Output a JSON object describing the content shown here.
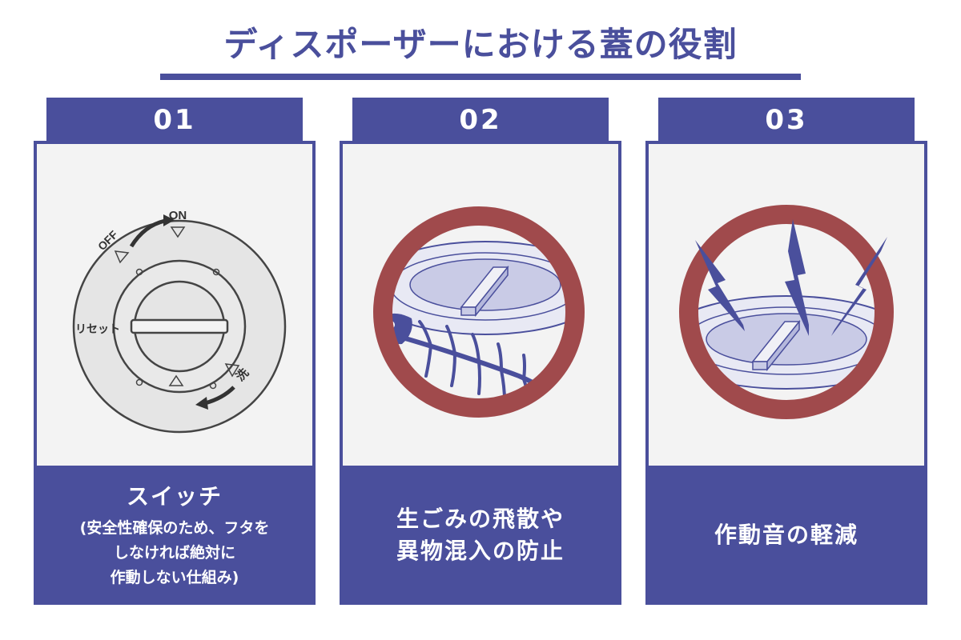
{
  "title": "ディスポーザーにおける蓋の役割",
  "cards": [
    {
      "number": "01",
      "caption": "スイッチ",
      "sub_lines": [
        "(安全性確保のため、フタを",
        "しなければ絶対に",
        "作動しない仕組み)"
      ],
      "dial_labels": {
        "on": "ON",
        "off": "OFF",
        "reset": "リセット",
        "wash": "洗"
      }
    },
    {
      "number": "02",
      "caption_lines": [
        "生ごみの飛散や",
        "異物混入の防止"
      ]
    },
    {
      "number": "03",
      "caption": "作動音の軽減"
    }
  ],
  "colors": {
    "accent": "#4a4f9c",
    "prohibition_ring": "#a04a4c",
    "panel_bg": "#f3f3f3",
    "lid_fill": "#c9cbe6"
  }
}
